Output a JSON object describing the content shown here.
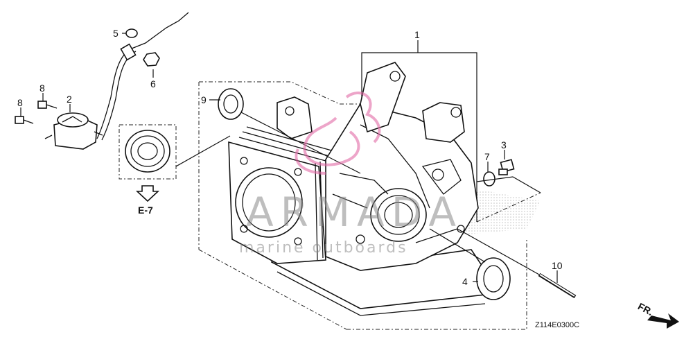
{
  "callouts": [
    "1",
    "2",
    "3",
    "4",
    "5",
    "6",
    "7",
    "8",
    "8",
    "9",
    "10"
  ],
  "ref_label": "E-7",
  "direction_label": "FR.",
  "diagram_code": "Z114E0300C",
  "watermark": {
    "line1": "ARMADA",
    "line2": "marine outboards"
  }
}
